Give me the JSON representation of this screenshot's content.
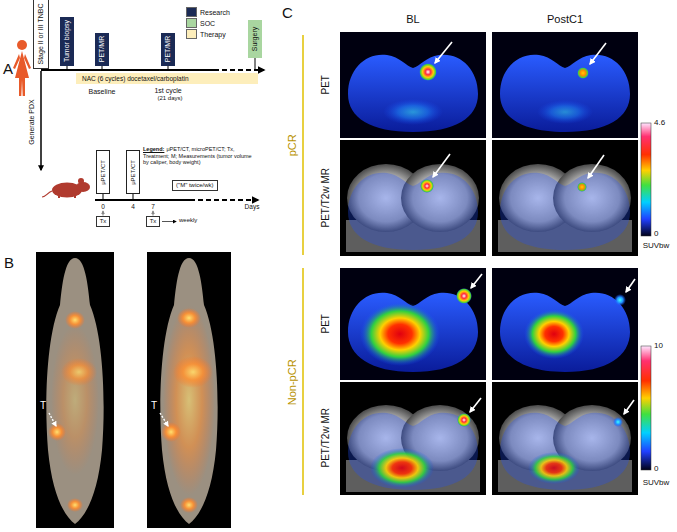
{
  "diagram": {
    "nodes": [
      {
        "text": [
          "Stage II or III TNBC"
        ]
      },
      {
        "text": [
          "Tumor biopsy"
        ]
      },
      {
        "text": [
          "PET/MR"
        ]
      },
      {
        "text": [
          "PET/MR"
        ]
      },
      {
        "text": [
          "Surgery"
        ]
      },
      {
        "text": [
          "NAC (6 cycles) docetaxel/carboplatin"
        ]
      },
      {
        "text": [
          "μPET/CT"
        ]
      },
      {
        "text": [
          "μPET/CT"
        ]
      },
      {
        "text": [
          "(\"M\" twice/wk)"
        ]
      },
      {
        "text": [
          "Tx"
        ]
      },
      {
        "text": [
          "Tx"
        ]
      }
    ],
    "labels": [
      "A",
      "Baseline",
      "1st cycle",
      "(21 days)",
      "Generate PDX",
      "Legend:",
      "μPET/CT, microPET/CT; Tx, Treatment; M; Measurements (tumor volume by caliper, body weight)",
      "0",
      "4",
      "7",
      "Days",
      "weekly",
      "B",
      "T",
      "T",
      "C",
      "BL",
      "PostC1",
      "pCR",
      "PET",
      "PET/T2w MR",
      "Non-pCR",
      "PET",
      "PET/T2w MR",
      "4.6",
      "0",
      "SUVbw",
      "10",
      "0",
      "SUVbw"
    ],
    "legend": [
      {
        "text": "Research",
        "color": "#1b2a55"
      },
      {
        "text": "SOC",
        "color": "#a9d6a0"
      },
      {
        "text": "Therapy",
        "color": "#fdeebb"
      }
    ]
  }
}
